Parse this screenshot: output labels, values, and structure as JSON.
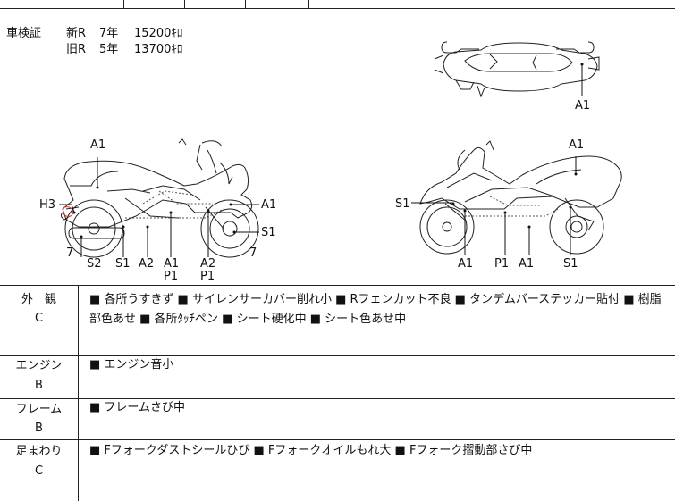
{
  "registration": {
    "label": "車検証",
    "new_plate": "新R",
    "new_year": "7年",
    "new_amount": "15200ｷﾛ",
    "old_plate": "旧R",
    "old_year": "5年",
    "old_amount": "13700ｷﾛ"
  },
  "diagram": {
    "top_view": [
      "A1"
    ],
    "left_side": {
      "top": "A1",
      "left": "H3",
      "bottom_row1": [
        "7",
        "7"
      ],
      "bottom_row2": [
        "S2",
        "S1",
        "A2",
        "A1",
        "A2"
      ],
      "bottom_row3": [
        "P1",
        "P1"
      ],
      "right_labels": [
        "A1",
        "S1"
      ]
    },
    "right_side": {
      "top": "A1",
      "left": "S1",
      "bottom": [
        "A1",
        "P1",
        "A1",
        "S1"
      ]
    }
  },
  "sections": [
    {
      "name": "外　観",
      "grade": "C",
      "items": "■ 各所うすきず ■ サイレンサーカバー削れ小 ■ Rフェンカット不良 ■ タンデムバーステッカー貼付 ■ 樹脂部色あせ ■ 各所ﾀｯﾁペン ■ シート硬化中 ■ シート色あせ中"
    },
    {
      "name": "エンジン",
      "grade": "B",
      "items": "■ エンジン音小"
    },
    {
      "name": "フレーム",
      "grade": "B",
      "items": "■ フレームさび中"
    },
    {
      "name": "足まわり",
      "grade": "C",
      "items": "■ Fフォークダストシールひび ■ Fフォークオイルもれ大 ■ Fフォーク摺動部さび中"
    }
  ]
}
